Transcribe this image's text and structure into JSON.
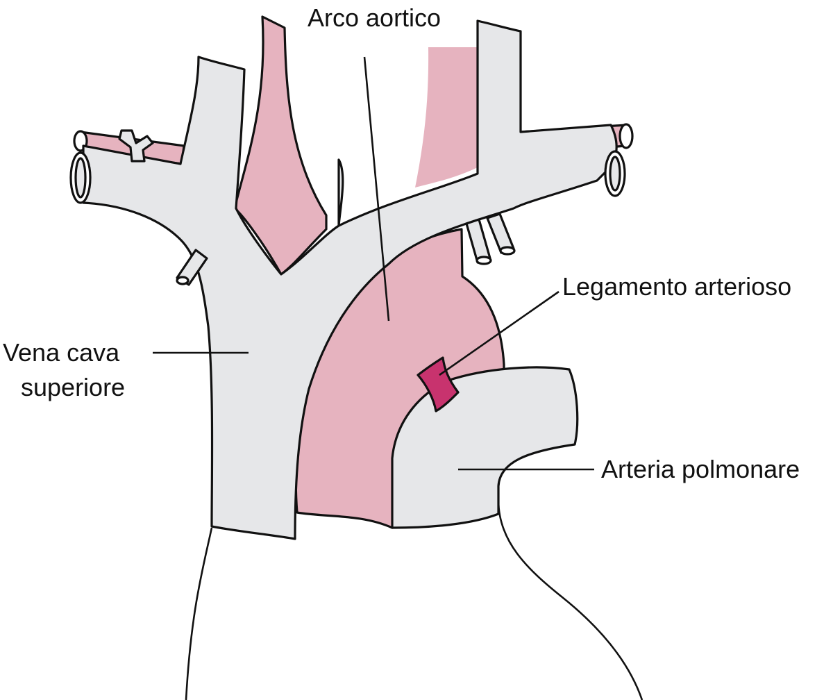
{
  "labels": {
    "aortic_arch": "Arco aortico",
    "ligament": "Legamento arterioso",
    "svc_line1": "Vena cava",
    "svc_line2": "superiore",
    "pulmonary_artery": "Arteria polmonare"
  },
  "colors": {
    "vein_fill": "#e6e7e9",
    "artery_fill": "#e6b3bf",
    "ligament_fill": "#c8336e",
    "outline": "#111111",
    "background": "#ffffff"
  }
}
